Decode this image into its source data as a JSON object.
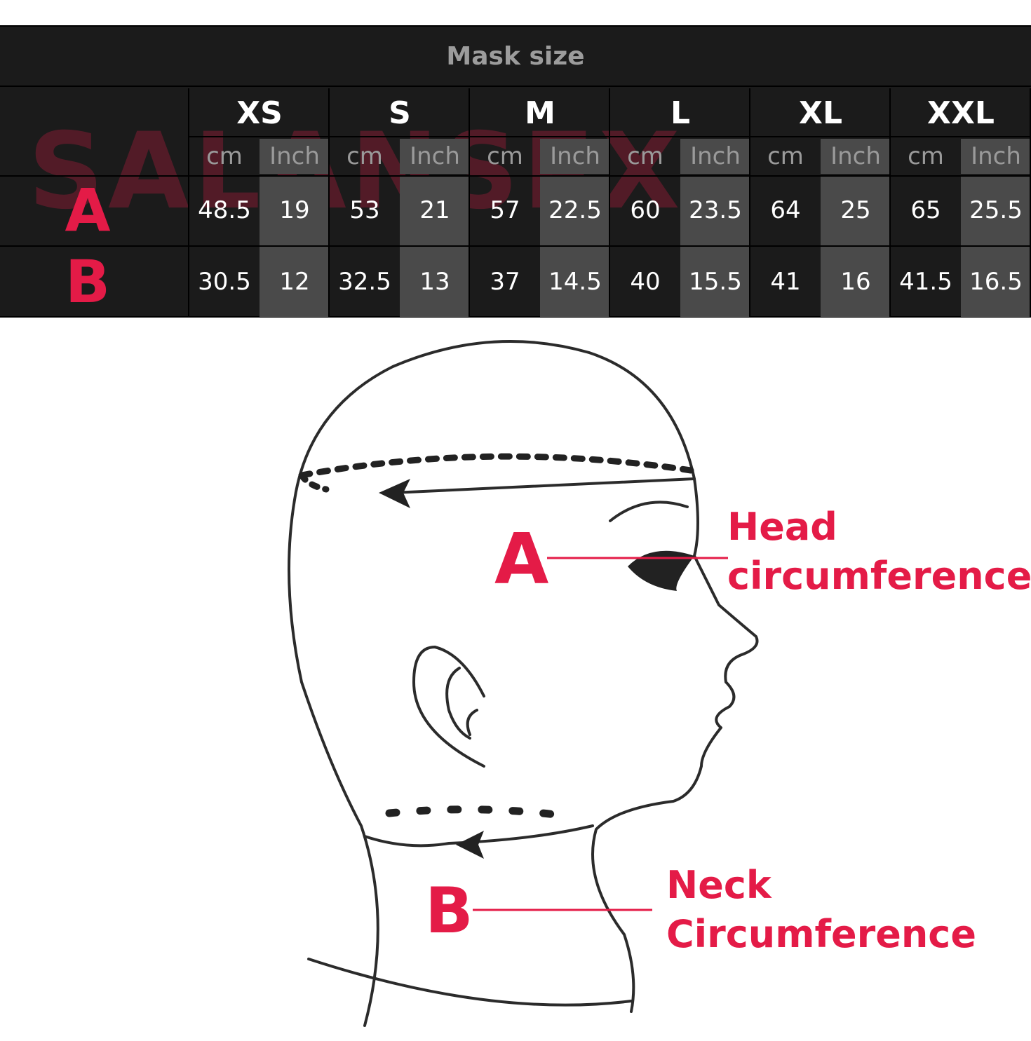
{
  "table": {
    "title": "Mask size",
    "sizes": [
      "XS",
      "S",
      "M",
      "L",
      "XL",
      "XXL"
    ],
    "units": {
      "cm": "cm",
      "inch": "Inch"
    },
    "rows": [
      {
        "label": "A",
        "values": [
          [
            "48.5",
            "19"
          ],
          [
            "53",
            "21"
          ],
          [
            "57",
            "22.5"
          ],
          [
            "60",
            "23.5"
          ],
          [
            "64",
            "25"
          ],
          [
            "65",
            "25.5"
          ]
        ]
      },
      {
        "label": "B",
        "values": [
          [
            "30.5",
            "12"
          ],
          [
            "32.5",
            "13"
          ],
          [
            "37",
            "14.5"
          ],
          [
            "40",
            "15.5"
          ],
          [
            "41",
            "16"
          ],
          [
            "41.5",
            "16.5"
          ]
        ]
      }
    ]
  },
  "watermark": "SALANSEX",
  "diagram": {
    "a_marker": "A",
    "b_marker": "B",
    "head_label_line1": "Head",
    "head_label_line2": "circumference",
    "neck_label_line1": "Neck",
    "neck_label_line2": "Circumference"
  },
  "colors": {
    "accent": "#e41b47",
    "table_bg": "#1b1b1b",
    "inch_bg": "#4a4a4a"
  }
}
